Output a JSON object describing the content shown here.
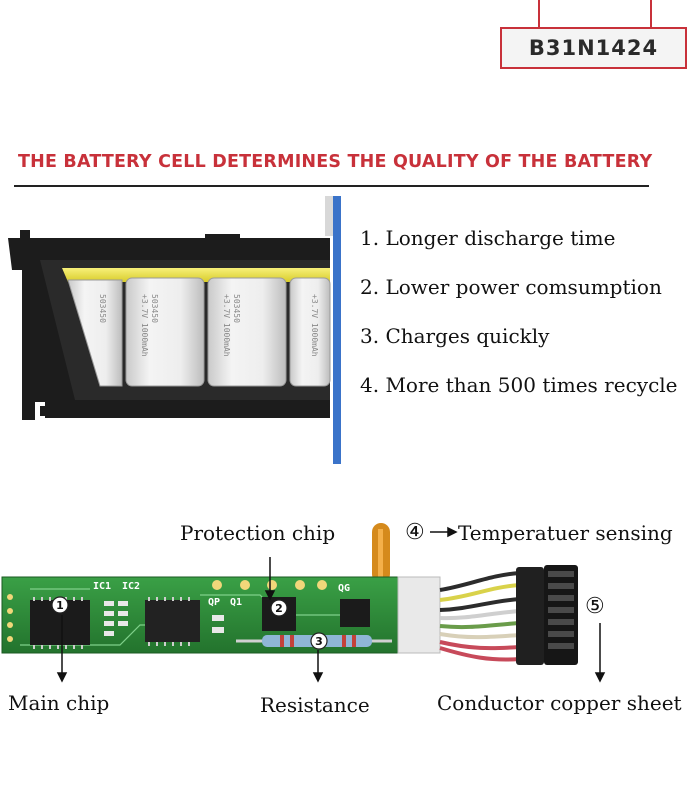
{
  "model": {
    "code": "B31N1424"
  },
  "heading": {
    "text": "THE BATTERY CELL DETERMINES THE QUALITY OF THE BATTERY"
  },
  "colors": {
    "accent_red": "#c8313a",
    "cell_yellow": "#f3e94a",
    "board_green": "#2e8b3a",
    "frame_blue": "#3a73c9"
  },
  "features": [
    "1. Longer discharge time",
    "2. Lower power comsumption",
    "3. Charges quickly",
    "4. More than 500 times recycle"
  ],
  "cells": {
    "model_text": "503450",
    "spec_text": "+3.7V 1000mAh"
  },
  "board": {
    "silkscreen": {
      "ic1": "IC1",
      "ic2": "IC2",
      "qp": "QP",
      "q1": "Q1",
      "qg": "QG"
    }
  },
  "annotations": {
    "protection_chip": "Protection chip",
    "temperature_marker": "④",
    "temperature_sensing": "Temperatuer sensing",
    "main_chip": "Main chip",
    "resistance": "Resistance",
    "conductor": "Conductor copper sheet",
    "connector_marker": "⑤",
    "marker_1": "1",
    "marker_2": "2",
    "marker_3": "3"
  }
}
